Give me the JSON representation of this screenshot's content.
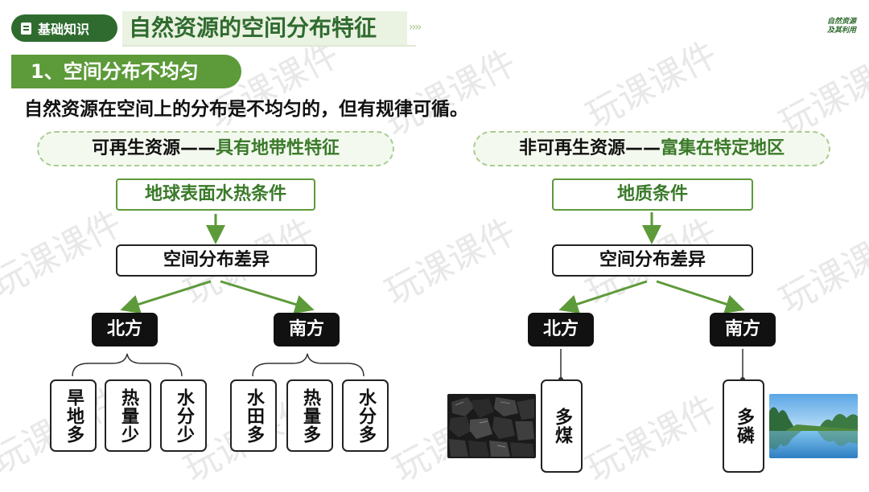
{
  "header": {
    "badge": "基础知识",
    "title": "自然资源的空间分布特征",
    "logo_line1": "自然资源",
    "logo_line2": "及其利用"
  },
  "section_title": "1、空间分布不均匀",
  "intro": "自然资源在空间上的分布是不均匀的，但有规律可循。",
  "watermark": "玩课课件",
  "left": {
    "heading_prefix": "可再生资源——",
    "heading_emphasis": "具有地带性特征",
    "condition": "地球表面水热条件",
    "difference": "空间分布差异",
    "north": "北方",
    "south": "南方",
    "north_items": [
      "旱地多",
      "热量少",
      "水分少"
    ],
    "south_items": [
      "水田多",
      "热量多",
      "水分多"
    ]
  },
  "right": {
    "heading_prefix": "非可再生资源——",
    "heading_emphasis": "富集在特定地区",
    "condition": "地质条件",
    "difference": "空间分布差异",
    "north": "北方",
    "south": "南方",
    "north_item": "多煤",
    "south_item": "多磷"
  },
  "colors": {
    "dark_green": "#2f6b2f",
    "accent_green": "#5d9a3a",
    "light_green_bg": "#eaf2e1"
  }
}
